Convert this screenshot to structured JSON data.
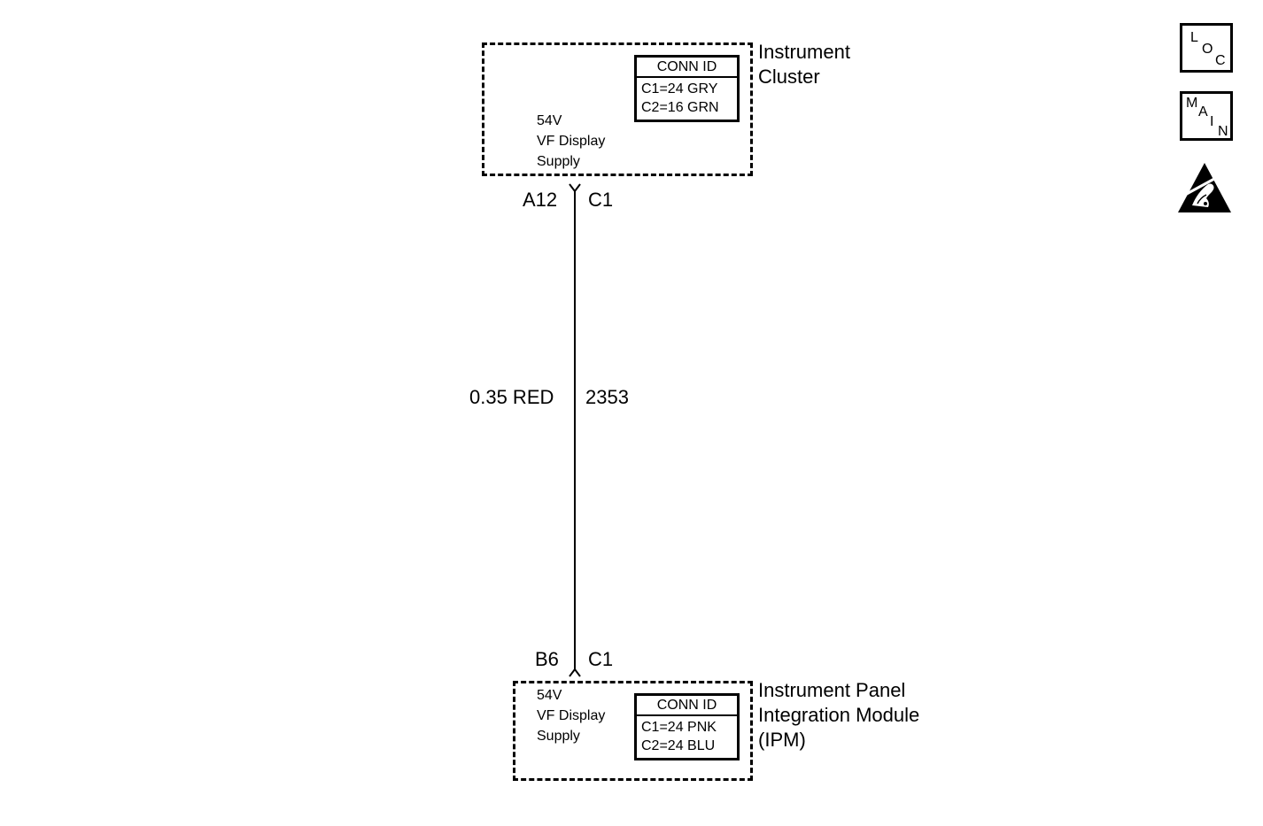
{
  "top_component": {
    "name_line1": "Instrument",
    "name_line2": "Cluster",
    "function_line1": "54V",
    "function_line2": "VF Display",
    "function_line3": "Supply",
    "conn_id": {
      "header": "CONN ID",
      "rows": [
        "C1=24 GRY",
        "C2=16 GRN"
      ]
    },
    "pin": "A12",
    "connector": "C1"
  },
  "wire": {
    "gauge_color": "0.35 RED",
    "circuit": "2353"
  },
  "bottom_component": {
    "name_line1": "Instrument Panel",
    "name_line2": "Integration Module",
    "name_line3": "(IPM)",
    "function_line1": "54V",
    "function_line2": "VF Display",
    "function_line3": "Supply",
    "conn_id": {
      "header": "CONN ID",
      "rows": [
        "C1=24 PNK",
        "C2=24 BLU"
      ]
    },
    "pin": "B6",
    "connector": "C1"
  },
  "side_icons": {
    "loc": {
      "l": "L",
      "o": "O",
      "c": "C"
    },
    "main": {
      "m": "M",
      "a": "A",
      "i": "I",
      "n": "N"
    },
    "esd_icon": "esd-warning-icon"
  }
}
